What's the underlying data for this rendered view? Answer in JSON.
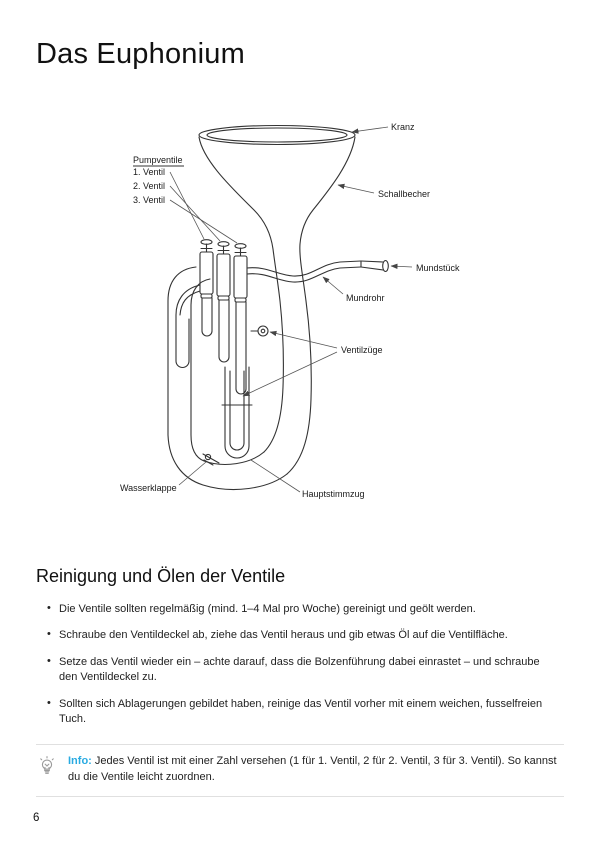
{
  "page": {
    "title": "Das Euphonium",
    "page_number": "6"
  },
  "diagram": {
    "labels": {
      "kranz": "Kranz",
      "pumpventile": "Pumpventile",
      "ventil1": "1. Ventil",
      "ventil2": "2. Ventil",
      "ventil3": "3. Ventil",
      "schallbecher": "Schallbecher",
      "mundstueck": "Mundstück",
      "mundrohr": "Mundrohr",
      "ventilzuege": "Ventilzüge",
      "wasserklappe": "Wasserklappe",
      "hauptstimmzug": "Hauptstimmzug"
    }
  },
  "section": {
    "heading": "Reinigung und Ölen der Ventile",
    "bullets": [
      "Die Ventile sollten regelmäßig (mind. 1–4 Mal pro Woche) gereinigt und geölt werden.",
      "Schraube den Ventildeckel ab, ziehe das Ventil heraus und gib etwas Öl auf die Ventilfläche.",
      "Setze das Ventil wieder ein – achte darauf, dass die Bolzenführung dabei einrastet – und schraube den Ventildeckel zu.",
      "Sollten sich Ablagerungen gebildet haben, reinige das Ventil vorher mit einem weichen, fusselfreien Tuch."
    ]
  },
  "info": {
    "label": "Info:",
    "text": "Jedes Ventil ist mit einer Zahl versehen (1 für 1. Ventil, 2 für 2. Ventil, 3 für 3. Ventil). So kannst du die Ventile leicht zuordnen.",
    "accent_color": "#29abe2"
  }
}
